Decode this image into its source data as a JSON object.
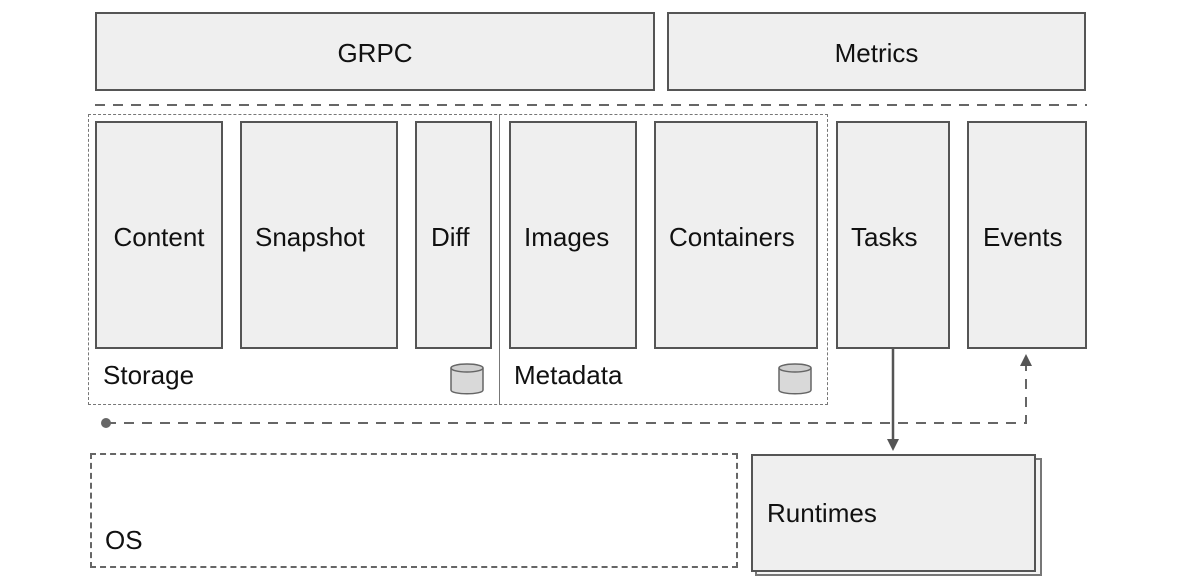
{
  "top_layer": {
    "grpc_label": "GRPC",
    "metrics_label": "Metrics"
  },
  "services": {
    "content_label": "Content",
    "snapshot_label": "Snapshot",
    "diff_label": "Diff",
    "images_label": "Images",
    "containers_label": "Containers",
    "tasks_label": "Tasks",
    "events_label": "Events"
  },
  "groups": {
    "storage_label": "Storage",
    "metadata_label": "Metadata"
  },
  "bottom_layer": {
    "os_label": "OS",
    "runtimes_label": "Runtimes"
  },
  "icons": {
    "storage_db_icon": "database-icon",
    "metadata_db_icon": "database-icon"
  },
  "colors": {
    "box_fill": "#efefef",
    "box_border": "#555555",
    "dashed_line": "#666666"
  }
}
